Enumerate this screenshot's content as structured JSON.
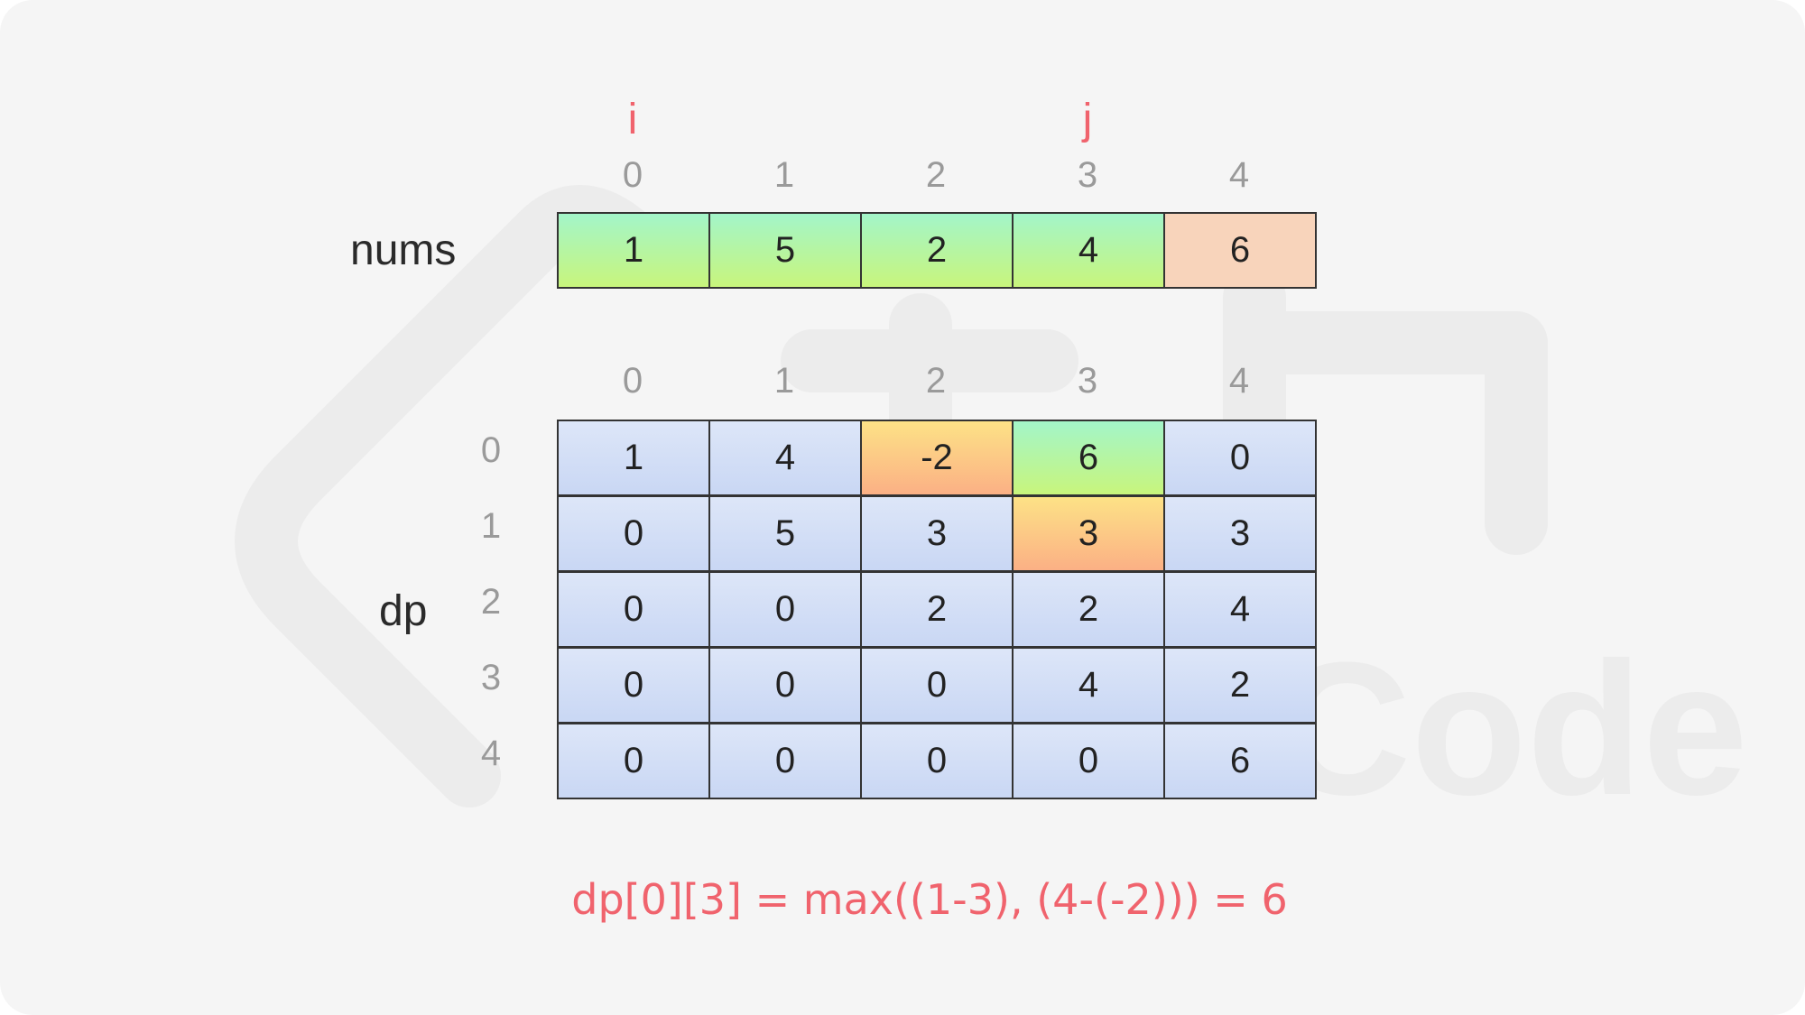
{
  "pointers": {
    "i": {
      "label": "i",
      "index": 0
    },
    "j": {
      "label": "j",
      "index": 3
    }
  },
  "nums": {
    "label": "nums",
    "indices": [
      "0",
      "1",
      "2",
      "3",
      "4"
    ],
    "values": [
      "1",
      "5",
      "2",
      "4",
      "6"
    ],
    "styles": [
      "green",
      "green",
      "green",
      "green",
      "peach"
    ]
  },
  "dp": {
    "label": "dp",
    "col_indices": [
      "0",
      "1",
      "2",
      "3",
      "4"
    ],
    "row_indices": [
      "0",
      "1",
      "2",
      "3",
      "4"
    ],
    "rows": [
      [
        "1",
        "4",
        "-2",
        "6",
        "0"
      ],
      [
        "0",
        "5",
        "3",
        "3",
        "3"
      ],
      [
        "0",
        "0",
        "2",
        "2",
        "4"
      ],
      [
        "0",
        "0",
        "0",
        "4",
        "2"
      ],
      [
        "0",
        "0",
        "0",
        "0",
        "6"
      ]
    ],
    "highlights": {
      "0-2": "orange",
      "0-3": "green",
      "1-3": "orange"
    }
  },
  "formula": "dp[0][3] = max((1-3), (4-(-2))) = 6",
  "watermark": {
    "text": "LeetCode",
    "faint_labels": [
      "nums",
      "dp"
    ]
  },
  "colors": {
    "pointer": "#f0636d",
    "index": "#9a9a9a",
    "green_top": "#a3f5c9",
    "green_bottom": "#c8f57c",
    "peach": "#f8d4bb",
    "blue_top": "#dde6f8",
    "blue_bottom": "#c9d7f4",
    "orange_top": "#fde286",
    "orange_bottom": "#fbb085"
  }
}
